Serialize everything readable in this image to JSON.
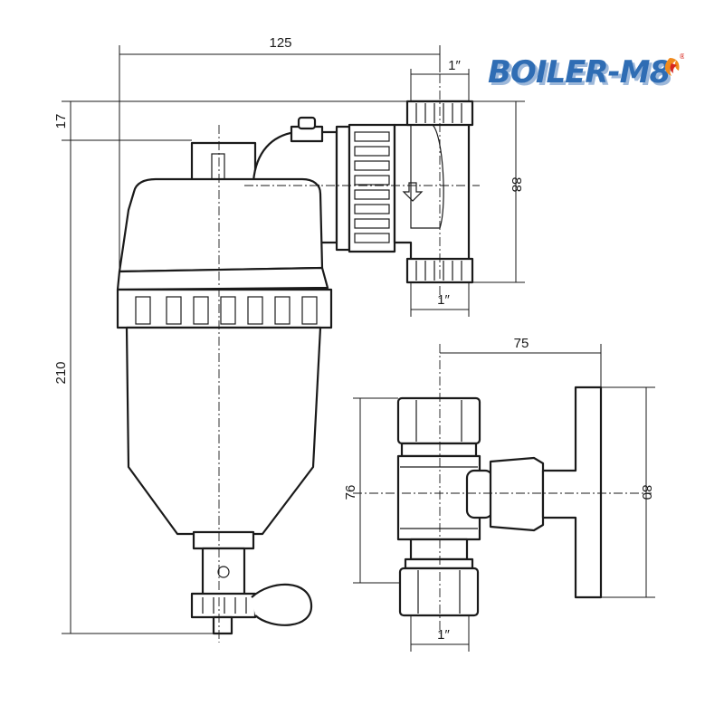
{
  "brand": {
    "name": "BOILER-M8",
    "registered_mark": "®",
    "colors": {
      "text": "#2f6db4",
      "flame_orange": "#f08a1c",
      "flame_red": "#d7261e",
      "shadow": "#9db8da"
    }
  },
  "dimensions": {
    "total_width": "125",
    "top_offset": "17",
    "total_height": "210",
    "body_height": "88",
    "pipe_top": "1″",
    "pipe_bottom": "1″",
    "valve_width": "75",
    "valve_height": "76",
    "handle_height": "80",
    "valve_pipe": "1″"
  }
}
